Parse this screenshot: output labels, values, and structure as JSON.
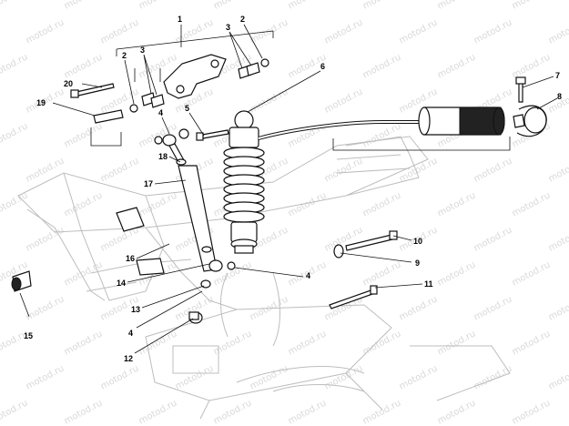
{
  "watermark": {
    "text": "motod.ru"
  },
  "callouts": [
    {
      "id": "c1",
      "text": "1"
    },
    {
      "id": "c2a",
      "text": "2"
    },
    {
      "id": "c2b",
      "text": "2"
    },
    {
      "id": "c3a",
      "text": "3"
    },
    {
      "id": "c3b",
      "text": "3"
    },
    {
      "id": "c4a",
      "text": "4"
    },
    {
      "id": "c4b",
      "text": "4"
    },
    {
      "id": "c4c",
      "text": "4"
    },
    {
      "id": "c5",
      "text": "5"
    },
    {
      "id": "c6",
      "text": "6"
    },
    {
      "id": "c7",
      "text": "7"
    },
    {
      "id": "c8",
      "text": "8"
    },
    {
      "id": "c9",
      "text": "9"
    },
    {
      "id": "c10",
      "text": "10"
    },
    {
      "id": "c11",
      "text": "11"
    },
    {
      "id": "c12",
      "text": "12"
    },
    {
      "id": "c13",
      "text": "13"
    },
    {
      "id": "c14",
      "text": "14"
    },
    {
      "id": "c15",
      "text": "15"
    },
    {
      "id": "c16",
      "text": "16"
    },
    {
      "id": "c17",
      "text": "17"
    },
    {
      "id": "c18",
      "text": "18"
    },
    {
      "id": "c19",
      "text": "19"
    },
    {
      "id": "c20",
      "text": "20"
    }
  ],
  "colors": {
    "ink": "#111111",
    "frame": "#bdbdbd",
    "watermark": "#d9d9d9"
  }
}
